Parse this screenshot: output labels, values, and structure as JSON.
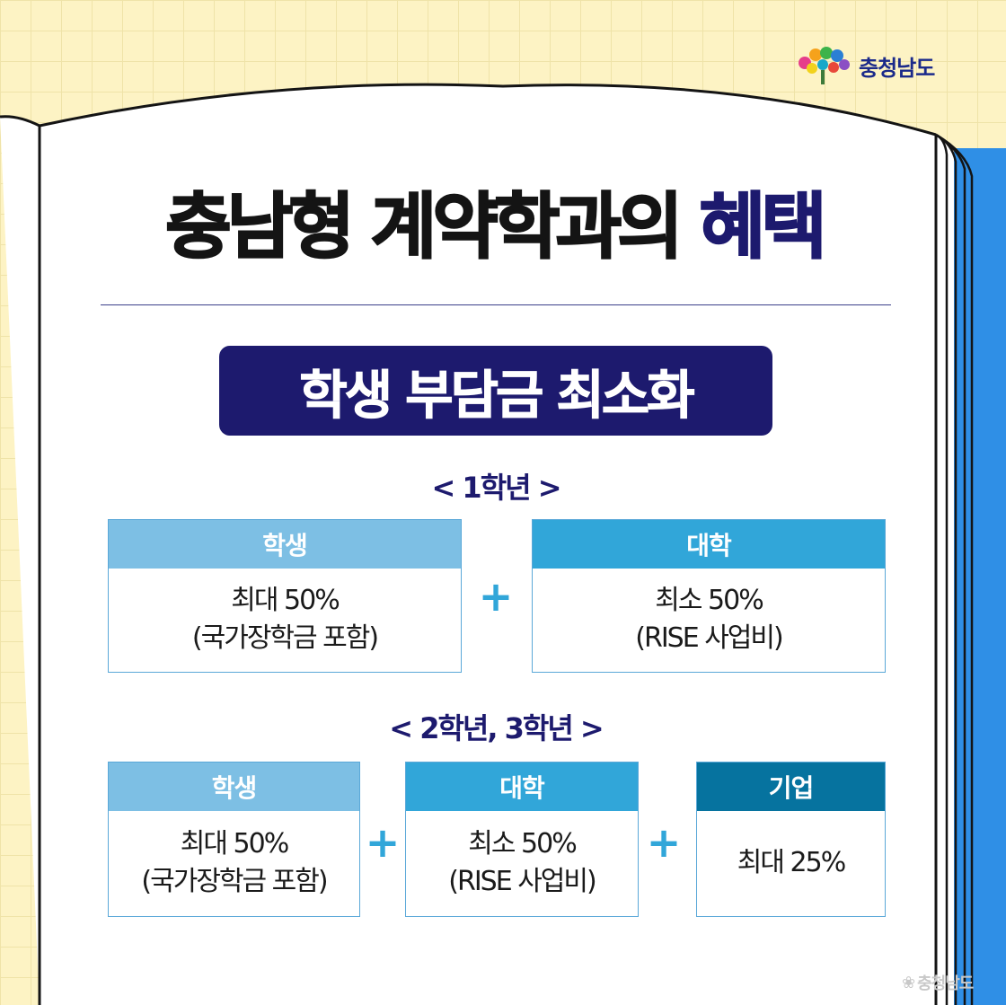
{
  "brand": {
    "logo_text": "충청남도"
  },
  "title": {
    "main": "충남형 계약학과의 ",
    "accent": "혜택"
  },
  "subtitle": "학생 부담금 최소화",
  "section1": {
    "label": "< 1학년 >",
    "cards": [
      {
        "head": "학생",
        "line1": "최대 50%",
        "line2": "(국가장학금 포함)"
      },
      {
        "head": "대학",
        "line1": "최소 50%",
        "line2": "(RISE 사업비)"
      }
    ]
  },
  "section2": {
    "label": "< 2학년, 3학년 >",
    "cards": [
      {
        "head": "학생",
        "line1": "최대 50%",
        "line2": "(국가장학금 포함)"
      },
      {
        "head": "대학",
        "line1": "최소 50%",
        "line2": "(RISE 사업비)"
      },
      {
        "head": "기업",
        "line1": "최대 25%"
      }
    ]
  },
  "plus_sign": "+",
  "watermark": "충청남도",
  "colors": {
    "navy": "#1d1a6e",
    "student": "#7dbfe4",
    "university": "#31a6d9",
    "company": "#06739f",
    "background": "#fdf3c4",
    "book_edge": "#2f8fe6"
  }
}
